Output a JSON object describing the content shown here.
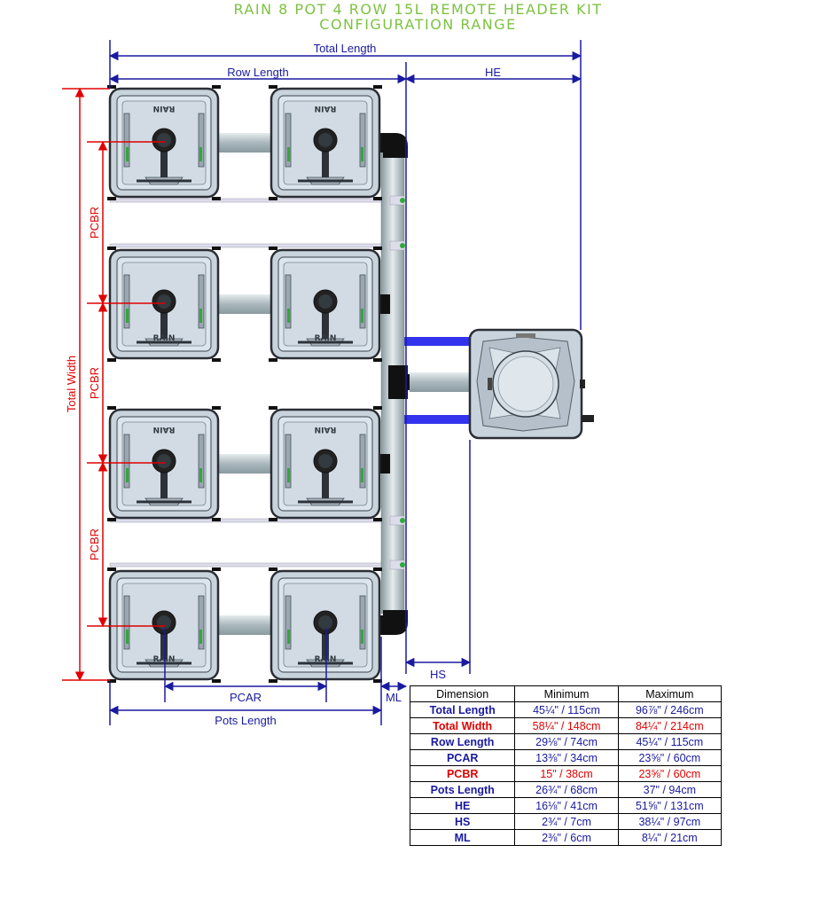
{
  "title": {
    "line1": "RAIN 8 POT 4 ROW 15L REMOTE HEADER KIT",
    "line2": "CONFIGURATION RANGE"
  },
  "colors": {
    "title_green": "#7dc242",
    "dimension_blue": "#1a1aa0",
    "dimension_red": "#e00000",
    "pot_fill": "#c9d3dc",
    "pipe_fill": "#b8c4c8",
    "tube_blue": "#3333ee",
    "fitting_green": "#2eaa3a"
  },
  "dimension_labels": {
    "total_length": "Total Length",
    "row_length": "Row Length",
    "he": "HE",
    "total_width": "Total Width",
    "pcbr": "PCBR",
    "pcar": "PCAR",
    "ml": "ML",
    "pots_length": "Pots Length",
    "hs": "HS"
  },
  "pot_brand_text": "RAIN",
  "table": {
    "headers": [
      "Dimension",
      "Minimum",
      "Maximum"
    ],
    "rows": [
      {
        "name": "Total Length",
        "min": "45¼\" / 115cm",
        "max": "96⅞\" / 246cm",
        "color": "blue"
      },
      {
        "name": "Total Width",
        "min": "58¼\" / 148cm",
        "max": "84¼\" / 214cm",
        "color": "red"
      },
      {
        "name": "Row Length",
        "min": "29⅛\" / 74cm",
        "max": "45¼\" / 115cm",
        "color": "blue"
      },
      {
        "name": "PCAR",
        "min": "13⅜\" / 34cm",
        "max": "23⅝\" / 60cm",
        "color": "blue"
      },
      {
        "name": "PCBR",
        "min": "15\" / 38cm",
        "max": "23⅝\" / 60cm",
        "color": "red"
      },
      {
        "name": "Pots Length",
        "min": "26¾\" / 68cm",
        "max": "37\" / 94cm",
        "color": "blue"
      },
      {
        "name": "HE",
        "min": "16⅛\" / 41cm",
        "max": "51⅝\" / 131cm",
        "color": "blue"
      },
      {
        "name": "HS",
        "min": "2¾\" / 7cm",
        "max": "38¼\" / 97cm",
        "color": "blue"
      },
      {
        "name": "ML",
        "min": "2⅜\" / 6cm",
        "max": "8¼\" / 21cm",
        "color": "blue"
      }
    ]
  }
}
